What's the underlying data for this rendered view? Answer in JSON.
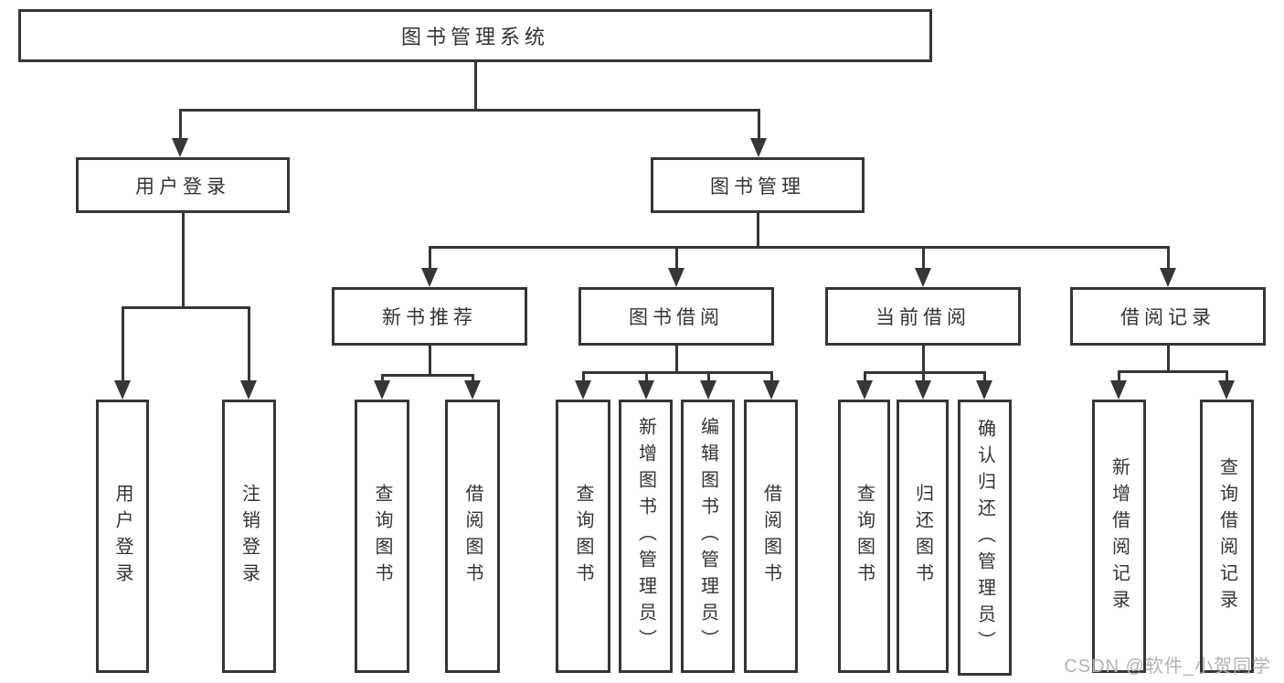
{
  "diagram": {
    "type": "hierarchy-tree",
    "line_color": "#363636",
    "box_fill": "#ffffff",
    "text_color": "#333333",
    "background": "#ffffff",
    "tree": {
      "label": "图书管理系统",
      "children": [
        {
          "label": "用户登录",
          "children": [
            {
              "label": "用户登录"
            },
            {
              "label": "注销登录"
            }
          ]
        },
        {
          "label": "图书管理",
          "children": [
            {
              "label": "新书推荐",
              "children": [
                {
                  "label": "查询图书"
                },
                {
                  "label": "借阅图书"
                }
              ]
            },
            {
              "label": "图书借阅",
              "children": [
                {
                  "label": "查询图书"
                },
                {
                  "label": "新增图书（管理员）"
                },
                {
                  "label": "编辑图书（管理员）"
                },
                {
                  "label": "借阅图书"
                }
              ]
            },
            {
              "label": "当前借阅",
              "children": [
                {
                  "label": "查询图书"
                },
                {
                  "label": "归还图书"
                },
                {
                  "label": "确认归还（管理员）"
                }
              ]
            },
            {
              "label": "借阅记录",
              "children": [
                {
                  "label": "新增借阅记录"
                },
                {
                  "label": "查询借阅记录"
                }
              ]
            }
          ]
        }
      ]
    },
    "watermark": {
      "text": "CSDN @软件_小贺同学",
      "color": "#b3b3b3"
    }
  }
}
